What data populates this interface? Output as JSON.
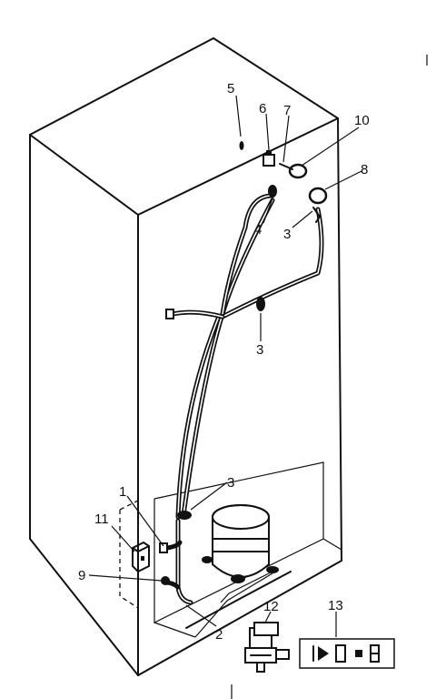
{
  "callouts": {
    "c1": "1",
    "c2": "2",
    "c3a": "3",
    "c3b": "3",
    "c3c": "3",
    "c4": "4",
    "c5": "5",
    "c6": "6",
    "c7": "7",
    "c8": "8",
    "c9": "9",
    "c10": "10",
    "c11": "11",
    "c12": "12",
    "c13": "13"
  }
}
